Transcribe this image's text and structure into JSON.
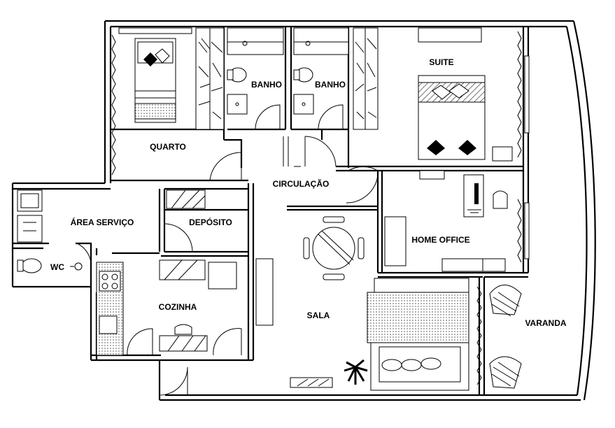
{
  "rooms": {
    "quarto": "QUARTO",
    "banho_1": "BANHO",
    "banho_2": "BANHO",
    "suite": "SUITE",
    "circulacao": "CIRCULAÇÃO",
    "area_servico": "ÁREA SERVIÇO",
    "deposito": "DEPÓSITO",
    "wc": "WC",
    "home_office": "HOME OFFICE",
    "cozinha": "COZINHA",
    "sala": "SALA",
    "varanda": "VARANDA"
  },
  "colors": {
    "line": "#000000",
    "background": "#ffffff",
    "fill_dark": "#000000",
    "fill_gray": "#9a9a9a"
  }
}
